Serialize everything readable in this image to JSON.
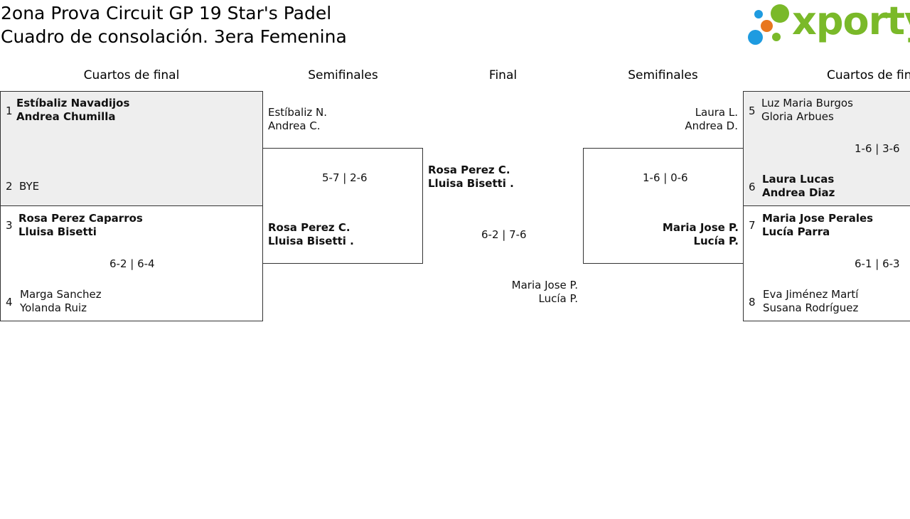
{
  "header": {
    "title_line1": "2ona Prova Circuit GP 19 Star's Padel",
    "title_line2": "Cuadro de consolación. 3era Femenina",
    "logo_text": "xporty",
    "colors": {
      "logo_green": "#7ab929",
      "logo_blue": "#1e9be0",
      "logo_orange": "#e8771e"
    }
  },
  "rounds": {
    "left_qf": "Cuartos de final",
    "left_sf": "Semifinales",
    "final": "Final",
    "right_sf": "Semifinales",
    "right_qf": "Cuartos de final"
  },
  "left_qf": [
    {
      "seed_a": "1",
      "a1": "Estíbaliz Navadijos",
      "a2": "Andrea Chumilla",
      "seed_b": "2",
      "b1": "BYE",
      "score": ""
    },
    {
      "seed_a": "3",
      "a1": "Rosa Perez Caparros",
      "a2": "Lluisa Bisetti",
      "seed_b": "4",
      "b1": "Marga Sanchez",
      "b2": "Yolanda Ruiz",
      "score": "6-2 | 6-4"
    }
  ],
  "left_sf": {
    "a1": "Estíbaliz N.",
    "a2": "Andrea C.",
    "b1": "Rosa Perez C.",
    "b2": "Lluisa Bisetti .",
    "score": "5-7 | 2-6"
  },
  "final": {
    "a1": "Rosa Perez C.",
    "a2": "Lluisa Bisetti .",
    "b1": "Maria Jose P.",
    "b2": "Lucía P.",
    "score": "6-2 | 7-6"
  },
  "right_sf": {
    "a1": "Laura L.",
    "a2": "Andrea D.",
    "b1": "Maria Jose P.",
    "b2": "Lucía P.",
    "score": "1-6 | 0-6"
  },
  "right_qf": [
    {
      "seed_a": "5",
      "a1": "Luz Maria Burgos",
      "a2": "Gloria Arbues",
      "seed_b": "6",
      "b1": "Laura Lucas",
      "b2": "Andrea Diaz",
      "score": "1-6 | 3-6"
    },
    {
      "seed_a": "7",
      "a1": "Maria Jose Perales",
      "a2": "Lucía Parra",
      "seed_b": "8",
      "b1": "Eva Jiménez Martí",
      "b2": "Susana Rodríguez",
      "score": "6-1 | 6-3"
    }
  ]
}
